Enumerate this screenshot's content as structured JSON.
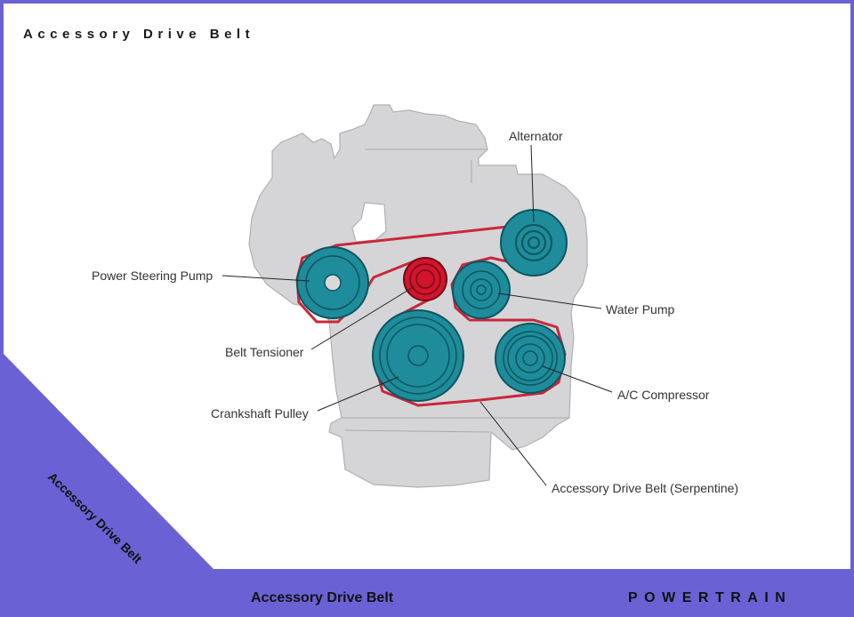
{
  "header": {
    "title": "Accessory Drive Belt"
  },
  "labels": {
    "alternator": "Alternator",
    "power_steering_pump": "Power Steering Pump",
    "water_pump": "Water Pump",
    "belt_tensioner": "Belt Tensioner",
    "crankshaft_pulley": "Crankshaft Pulley",
    "ac_compressor": "A/C Compressor",
    "serpentine_belt": "Accessory Drive Belt (Serpentine)"
  },
  "side_band": {
    "text": "Accessory Drive Belt"
  },
  "footer": {
    "title": "Accessory Drive Belt",
    "brand": "POWERTRAIN"
  },
  "colors": {
    "frame": "#6a62d4",
    "page": "#ffffff",
    "engine_block": "#d5d5d7",
    "pulley": "#1e8c9a",
    "tensioner": "#d4142c",
    "belt": "#c8283c"
  }
}
